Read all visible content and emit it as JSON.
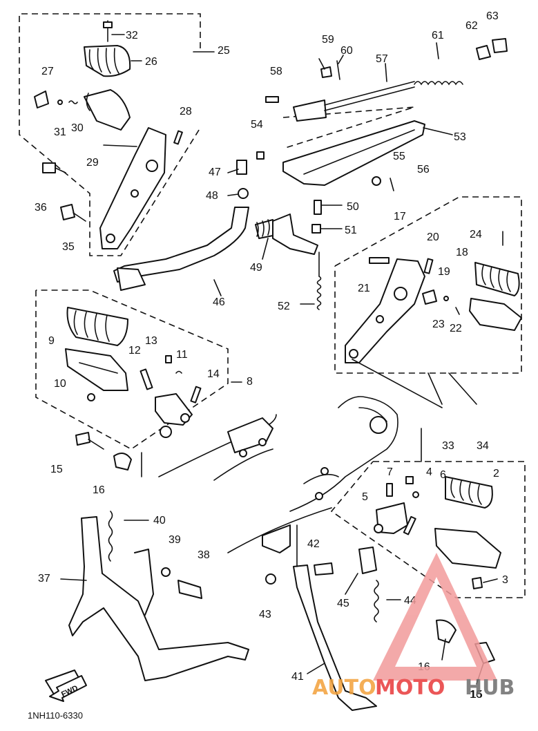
{
  "diagram": {
    "code": "1NH110-6330",
    "fwd_label": "FWD",
    "labels": [
      "2",
      "3",
      "4",
      "5",
      "6",
      "7",
      "8",
      "9",
      "10",
      "11",
      "12",
      "13",
      "14",
      "15",
      "15",
      "16",
      "16",
      "16",
      "17",
      "18",
      "19",
      "20",
      "21",
      "22",
      "23",
      "24",
      "25",
      "26",
      "27",
      "28",
      "29",
      "30",
      "31",
      "32",
      "33",
      "34",
      "35",
      "36",
      "37",
      "38",
      "39",
      "40",
      "41",
      "42",
      "43",
      "44",
      "45",
      "46",
      "47",
      "48",
      "49",
      "50",
      "51",
      "52",
      "53",
      "54",
      "55",
      "56",
      "57",
      "58",
      "59",
      "60",
      "61",
      "62",
      "63"
    ]
  },
  "watermark": {
    "auto": "AUTO",
    "moto": "MOTO",
    "hub": "HUB",
    "colors": {
      "red": "#e8393a",
      "orange": "#f3a13a",
      "grey": "#6d6d6d"
    }
  }
}
